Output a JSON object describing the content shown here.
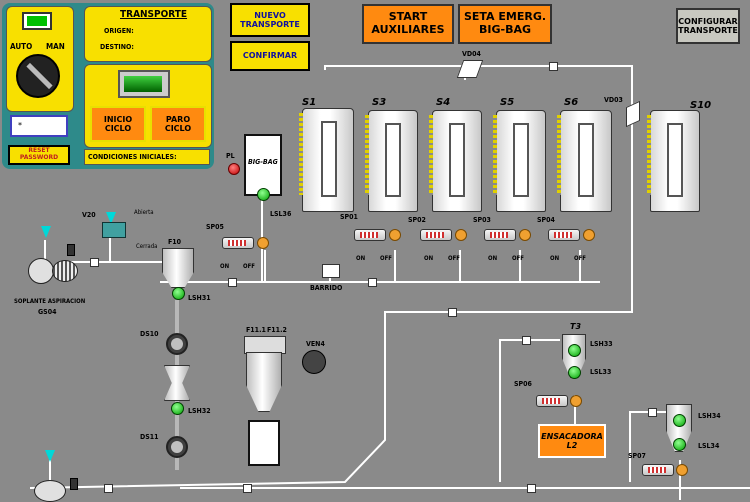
{
  "panel": {
    "auto_label": "AUTO",
    "man_label": "MAN",
    "reset_password_label": "RESET PASSWORD",
    "password_field_value": "*",
    "transporte_title": "TRANSPORTE",
    "origen_label": "ORIGEN:",
    "destino_label": "DESTINO:",
    "inicio_ciclo_label": "INICIO CICLO",
    "paro_ciclo_label": "PARO CICLO",
    "condiciones_iniciales_label": "CONDICIONES INICIALES:"
  },
  "top_buttons": {
    "nuevo_transporte": "NUEVO\nTRANSPORTE",
    "confirmar": "CONFIRMAR",
    "start_auxiliares": "START\nAUXILIARES",
    "seta_emerg": "SETA EMERG.\nBIG-BAG",
    "configurar_transporte": "CONFIGURAR\nTRANSPORTE"
  },
  "silos": [
    "S1",
    "S3",
    "S4",
    "S5",
    "S6",
    "S10"
  ],
  "valves_labels": {
    "vd04": "VD04",
    "vd03": "VD03",
    "v20": "V20",
    "abierta": "Abierta",
    "cerrada": "Cerrada",
    "barrido": "BARRIDO"
  },
  "motors": {
    "sp05": "SP05",
    "sp01": "SP01",
    "sp02": "SP02",
    "sp03": "SP03",
    "sp04": "SP04",
    "sp06": "SP06",
    "sp07": "SP07",
    "on": "ON",
    "off": "OFF"
  },
  "equipment": {
    "soplante": "SOPLANTE ASPIRACION",
    "soplante_code": "GS04",
    "f10": "F10",
    "lsh31": "LSH31",
    "ds10": "DS10",
    "lsh32": "LSH32",
    "ds11": "DS11",
    "f11_1": "F11.1",
    "f11_2": "F11.2",
    "ven4": "VEN4",
    "big_bag": "BIG-BAG",
    "pl": "PL",
    "lsl36": "LSL36",
    "t3": "T3",
    "lsh33": "LSH33",
    "lsl33": "LSL33",
    "ensacadora": "ENSACADORA\nL2",
    "lsh34": "LSH34",
    "lsl34": "LSL34"
  },
  "colors": {
    "background": "#8a8a8a",
    "panel": "#f8e000",
    "panel_border": "#2e8a8a",
    "orange_button": "#ff8a10",
    "indicator_green": "#00c000"
  }
}
